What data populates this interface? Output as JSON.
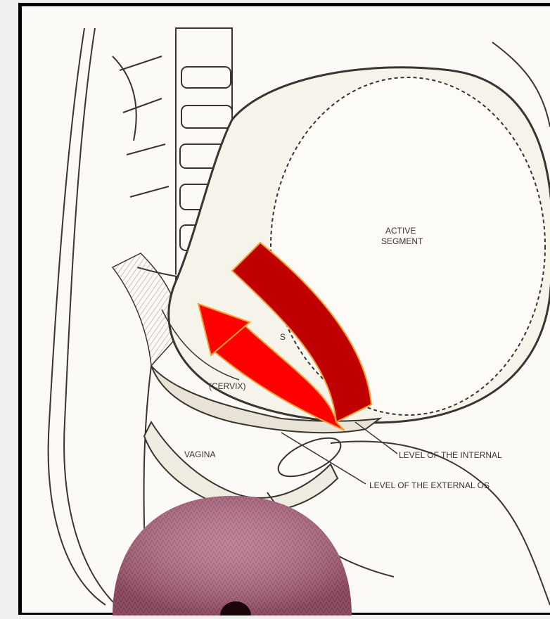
{
  "diagram": {
    "labels": {
      "active_segment_line1": "ACTIVE",
      "active_segment_line2": "SEGMENT",
      "cervix": "(CERVIX)",
      "vagina": "VAGINA",
      "partial_s": "S",
      "internal_os": "LEVEL OF THE INTERNAL",
      "external_os": "LEVEL OF THE EXTERNAL OS"
    },
    "colors": {
      "background": "#f0f0f0",
      "paper": "#fbfaf6",
      "ink": "#3a3530",
      "arrow_dark": "#c00000",
      "arrow_bright": "#ff0000",
      "arrow_outline": "#f0a030",
      "knit_pink": "#b87088"
    },
    "icons": [
      "curved-arrow-icon",
      "knitted-ring-image"
    ]
  }
}
